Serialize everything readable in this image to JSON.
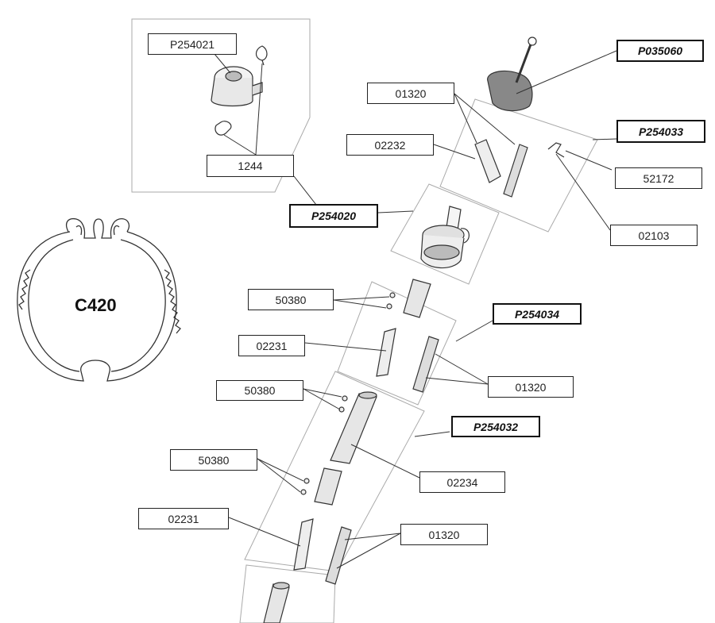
{
  "profile": {
    "name": "C420"
  },
  "labels": {
    "p254021": "P254021",
    "l1244": "1244",
    "p254020": "P254020",
    "p035060": "P035060",
    "l01320_top": "01320",
    "p254033": "P254033",
    "l02232": "02232",
    "l52172": "52172",
    "l02103": "02103",
    "l50380_a": "50380",
    "p254034": "P254034",
    "l02231_a": "02231",
    "l01320_mid": "01320",
    "l50380_b": "50380",
    "p254032": "P254032",
    "l50380_c": "50380",
    "l02234": "02234",
    "l02231_b": "02231",
    "l01320_bot": "01320"
  }
}
